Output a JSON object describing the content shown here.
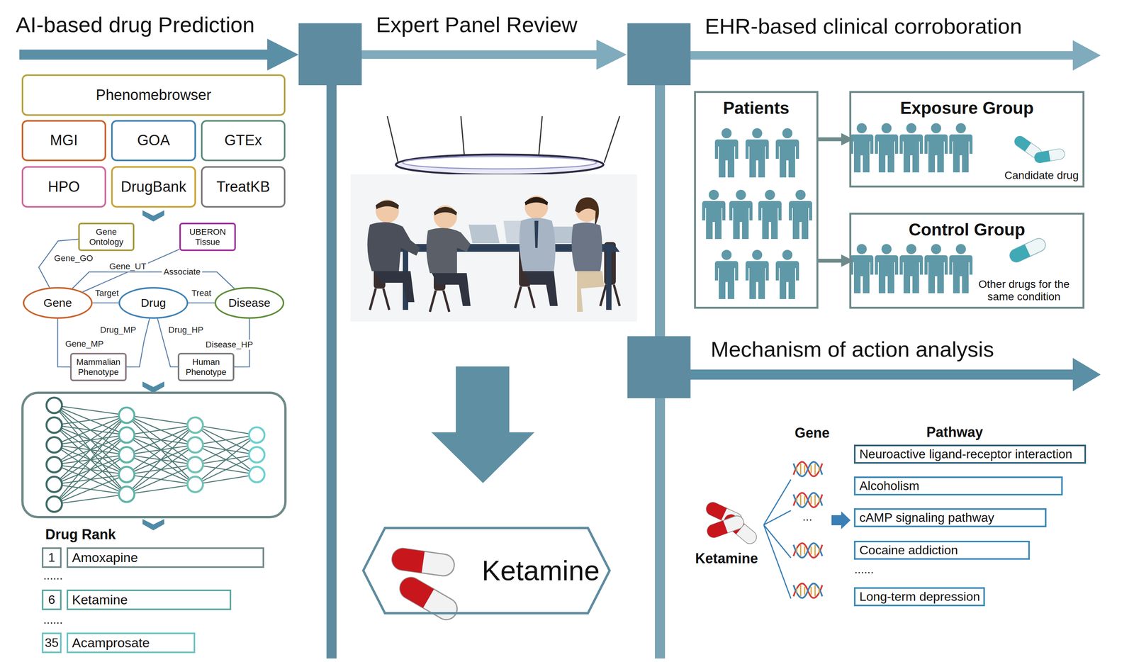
{
  "diagram": {
    "nodes": [
      {
        "text": [
          "Phenomebrowser"
        ]
      },
      {
        "text": [
          "MGI"
        ]
      },
      {
        "text": [
          "GOA"
        ]
      },
      {
        "text": [
          "GTEx"
        ]
      },
      {
        "text": [
          "HPO"
        ]
      },
      {
        "text": [
          "DrugBank"
        ]
      },
      {
        "text": [
          "TreatKB"
        ]
      },
      {
        "text": [
          "Gene Ontology"
        ]
      },
      {
        "text": [
          "UBERON Tissue"
        ]
      },
      {
        "text": [
          "Gene"
        ]
      },
      {
        "text": [
          "Drug"
        ]
      },
      {
        "text": [
          "Disease"
        ]
      },
      {
        "text": [
          "Mammalian Phenotype"
        ]
      },
      {
        "text": [
          "Human Phenotype"
        ]
      },
      {
        "text": [
          "1"
        ]
      },
      {
        "text": [
          "Amoxapine"
        ]
      },
      {
        "text": [
          "6"
        ]
      },
      {
        "text": [
          "Ketamine"
        ]
      },
      {
        "text": [
          "35"
        ]
      },
      {
        "text": [
          "Acamprosate"
        ]
      },
      {
        "text": [
          "Ketamine"
        ]
      },
      {
        "text": [
          "Patients"
        ]
      },
      {
        "text": [
          "Exposure Group",
          "Candidate drug"
        ]
      },
      {
        "text": [
          "Control Group",
          "Other drugs for the same condition"
        ]
      },
      {
        "text": [
          "Neuroactive ligand-receptor interaction"
        ]
      },
      {
        "text": [
          "Alcoholism"
        ]
      },
      {
        "text": [
          "cAMP signaling pathway"
        ]
      },
      {
        "text": [
          "Cocaine addiction"
        ]
      },
      {
        "text": [
          "Long-term depression"
        ]
      }
    ],
    "edges": [
      {
        "from": 9,
        "to": 7,
        "label": "Gene_GO",
        "arrow": "none"
      },
      {
        "from": 9,
        "to": 8,
        "label": "Gene_UT",
        "arrow": "none"
      },
      {
        "from": 9,
        "to": 11,
        "label": "Associate",
        "arrow": "none"
      },
      {
        "from": 9,
        "to": 10,
        "label": "Target",
        "arrow": "none"
      },
      {
        "from": 10,
        "to": 11,
        "label": "Treat",
        "arrow": "none"
      },
      {
        "from": 10,
        "to": 12,
        "label": "Drug_MP",
        "arrow": "none"
      },
      {
        "from": 9,
        "to": 12,
        "label": "Gene_MP",
        "arrow": "none"
      },
      {
        "from": 10,
        "to": 13,
        "label": "Drug_HP",
        "arrow": "none"
      },
      {
        "from": 11,
        "to": 13,
        "label": "Disease_HP",
        "arrow": "none"
      },
      {
        "from": 21,
        "to": 22,
        "arrow": "to"
      },
      {
        "from": 21,
        "to": 23,
        "arrow": "to"
      }
    ],
    "labels": [
      "AI-based drug Prediction",
      "Expert Panel Review",
      "EHR-based clinical corroboration",
      "Mechanism of action analysis",
      "Drug Rank",
      "......",
      "......",
      "Ketamine",
      "Gene",
      "Pathway",
      "...",
      "......"
    ]
  }
}
